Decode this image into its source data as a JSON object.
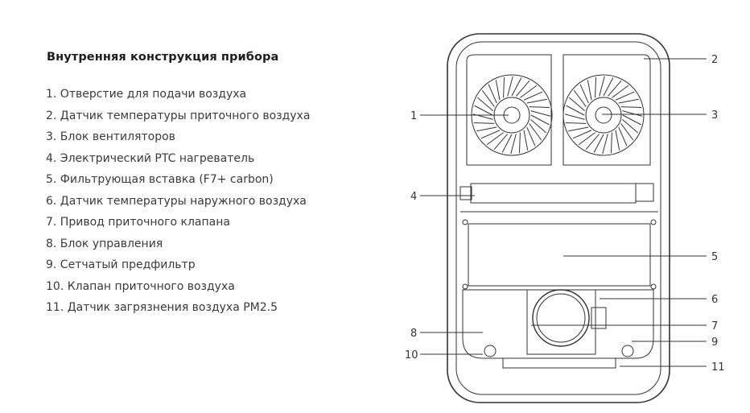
{
  "title": "Внутренняя конструкция прибора",
  "items": [
    {
      "n": "1",
      "text": "1. Отверстие для подачи воздуха"
    },
    {
      "n": "2",
      "text": "2. Датчик температуры приточного воздуха"
    },
    {
      "n": "3",
      "text": "3. Блок вентиляторов"
    },
    {
      "n": "4",
      "text": "4. Электрический PTC нагреватель"
    },
    {
      "n": "5",
      "text": "5. Фильтрующая вставка (F7+ carbon)"
    },
    {
      "n": "6",
      "text": "6. Датчик температуры наружного воздуха"
    },
    {
      "n": "7",
      "text": "7. Привод приточного клапана"
    },
    {
      "n": "8",
      "text": "8. Блок управления"
    },
    {
      "n": "9",
      "text": "9. Сетчатый предфильтр"
    },
    {
      "n": "10",
      "text": "10. Клапан приточного воздуха"
    },
    {
      "n": "11",
      "text": "11. Датчик загрязнения воздуха PM2.5"
    }
  ],
  "colors": {
    "line": "#333333",
    "text": "#3a3a3a"
  }
}
